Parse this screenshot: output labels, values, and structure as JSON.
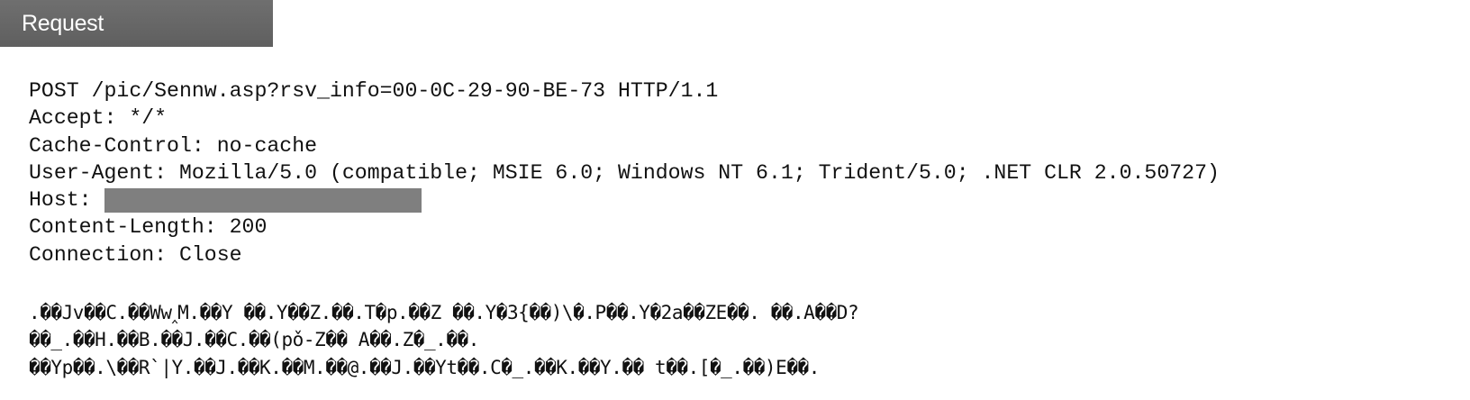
{
  "section": {
    "title": "Request"
  },
  "request": {
    "request_line": "POST /pic/Sennw.asp?rsv_info=00-0C-29-90-BE-73 HTTP/1.1",
    "accept": "Accept: */*",
    "cache_control": "Cache-Control: no-cache",
    "user_agent": "User-Agent: Mozilla/5.0 (compatible; MSIE 6.0; Windows NT 6.1; Trident/5.0; .NET CLR 2.0.50727)",
    "host_label": "Host: ",
    "content_length": "Content-Length: 200",
    "connection": "Connection: Close"
  },
  "body": {
    "lines": [
      ".��Jv��C.��Ww‸M.��Y ��.Y��Z.��.T�p.��Z ��.Y�3{��)\\�.P��.Y�2a��ZE��. ��.A��D?",
      "��_.��H.��B.��J.��C.��(pǒ-Z�� A��.Z�_.��.",
      "��Yp��.\\��R`|Y.��J.��K.��M.��@.��J.��Yt��.C�_.��K.��Y.�� t��.[�_.��)E��."
    ]
  }
}
